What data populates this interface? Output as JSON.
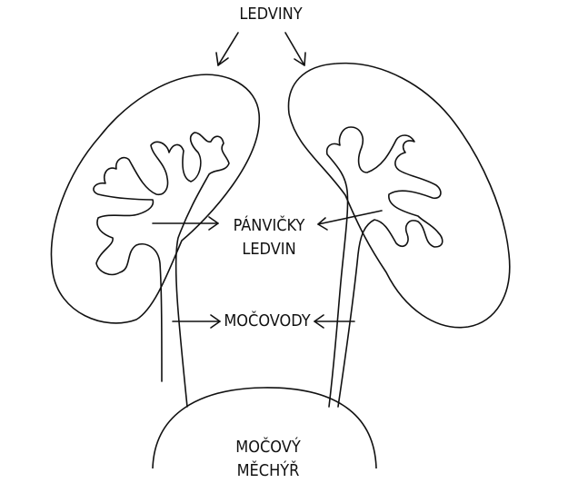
{
  "labels": {
    "kidneys": "LEDVINY",
    "renal_pelvis": {
      "line1": "PÁNVIČKY",
      "line2": "LEDVIN"
    },
    "ureters": "MOČOVODY",
    "bladder": {
      "line1": "MOČOVÝ",
      "line2": "MĚCHÝŘ"
    }
  },
  "colors": {
    "ink": "#111111",
    "paper": "#ffffff"
  }
}
